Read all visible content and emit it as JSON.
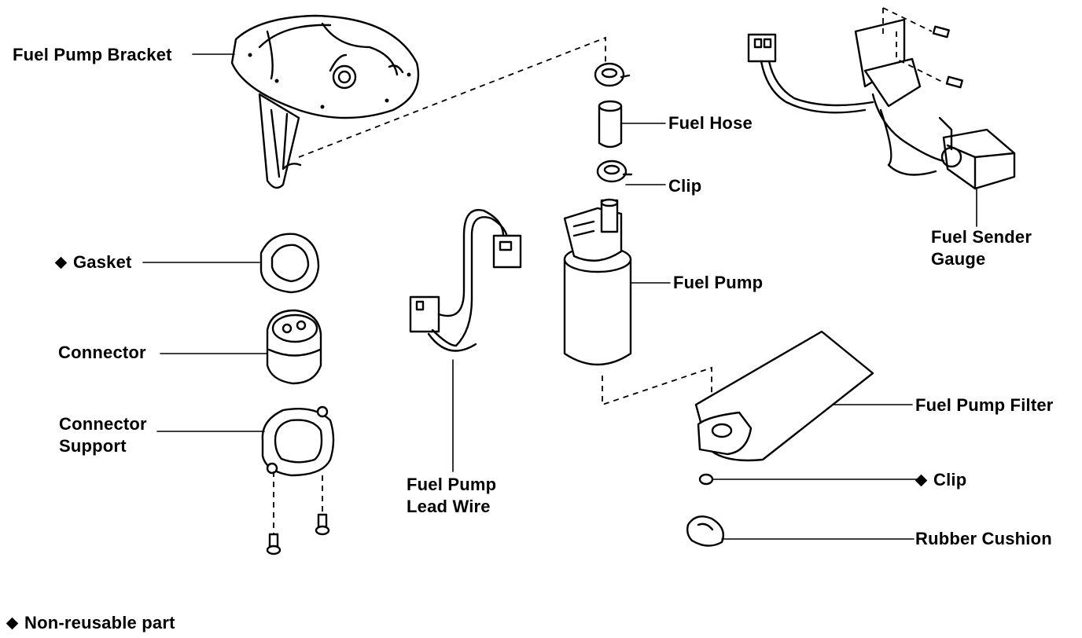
{
  "diagram": {
    "labels": {
      "fuel_pump_bracket": "Fuel Pump Bracket",
      "gasket": "Gasket",
      "connector": "Connector",
      "connector_support_1": "Connector",
      "connector_support_2": "Support",
      "fuel_pump_lead_wire_1": "Fuel Pump",
      "fuel_pump_lead_wire_2": "Lead Wire",
      "fuel_hose": "Fuel Hose",
      "clip_top": "Clip",
      "fuel_pump": "Fuel Pump",
      "fuel_sender_gauge_1": "Fuel Sender",
      "fuel_sender_gauge_2": "Gauge",
      "fuel_pump_filter": "Fuel Pump Filter",
      "clip_bottom": "Clip",
      "rubber_cushion": "Rubber Cushion"
    },
    "legend": {
      "non_reusable": "Non-reusable part"
    },
    "non_reusable_marker": "diamond-icon"
  }
}
